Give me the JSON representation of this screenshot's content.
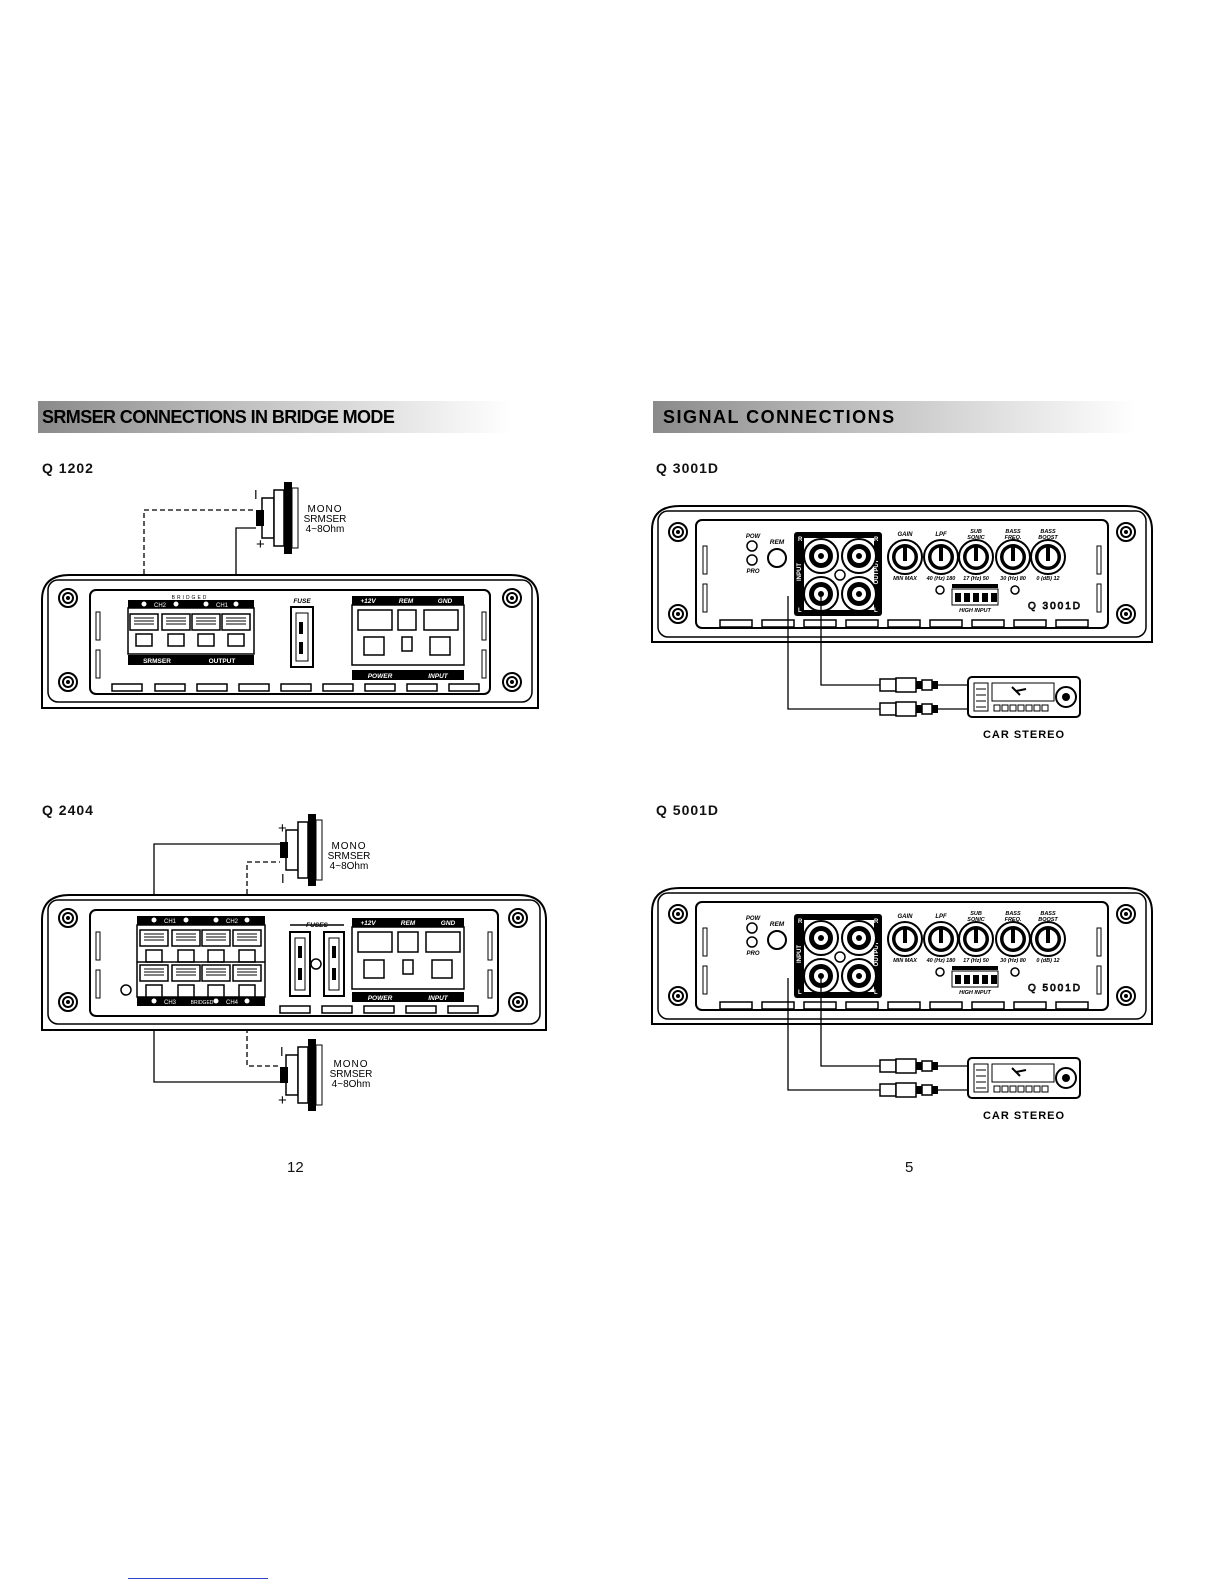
{
  "left_page": {
    "banner": "SRMSER CONNECTIONS IN BRIDGE MODE",
    "page_number": "12",
    "q1202": {
      "model": "Q 1202",
      "speaker": {
        "line1": "MONO",
        "line2": "SRMSER",
        "line3": "4~8Ohm",
        "minus": "I",
        "plus": "+"
      },
      "bridged": "BRIDGED",
      "ch2": "CH2",
      "ch1": "CH1",
      "fuse": "FUSE",
      "v12": "+12V",
      "rem": "REM",
      "gnd": "GND",
      "srmser": "SRMSER",
      "output": "OUTPUT",
      "power": "POWER",
      "input": "INPUT"
    },
    "q2404": {
      "model": "Q 2404",
      "speaker_top": {
        "line1": "MONO",
        "line2": "SRMSER",
        "line3": "4~8Ohm",
        "plus": "+",
        "minus": "I"
      },
      "speaker_bottom": {
        "line1": "MONO",
        "line2": "SRMSER",
        "line3": "4~8Ohm",
        "minus": "I",
        "plus": "+"
      },
      "ch1": "CH1",
      "ch2": "CH2",
      "ch3": "CH3",
      "ch4": "CH4",
      "bridged": "BRIDGED",
      "fuses": "FUSES",
      "v12": "+12V",
      "rem": "REM",
      "gnd": "GND",
      "power": "POWER",
      "input": "INPUT"
    }
  },
  "right_page": {
    "banner": "SIGNAL CONNECTIONS",
    "page_number": "5",
    "q3001d": {
      "model": "Q 3001D",
      "pow": "POW",
      "pro": "PRO",
      "rem": "REM",
      "r": "R",
      "l": "L",
      "input": "INPUT",
      "output": "OUTPUT",
      "gain": "GAIN",
      "lpf": "LPF",
      "sub1": "SUB",
      "sub2": "SONIC",
      "bass1": "BASS",
      "bass2": "FREQ.",
      "boost1": "BASS",
      "boost2": "BOOST",
      "s_gain": "MIN   MAX",
      "s_lpf": "40 (Hz) 180",
      "s_sub": "17 (Hz) 50",
      "s_bass": "30 (Hz) 80",
      "s_boost": "0 (dB) 12",
      "high_input": "HIGH INPUT",
      "brand": "Q 3001D",
      "car_stereo": "CAR STEREO"
    },
    "q5001d": {
      "model": "Q 5001D",
      "pow": "POW",
      "pro": "PRO",
      "rem": "REM",
      "r": "R",
      "l": "L",
      "input": "INPUT",
      "output": "OUTPUT",
      "gain": "GAIN",
      "lpf": "LPF",
      "sub1": "SUB",
      "sub2": "SONIC",
      "bass1": "BASS",
      "bass2": "FREQ.",
      "boost1": "BASS",
      "boost2": "BOOST",
      "s_gain": "MIN   MAX",
      "s_lpf": "40 (Hz) 180",
      "s_sub": "17 (Hz) 50",
      "s_bass": "30 (Hz) 80",
      "s_boost": "0 (dB) 12",
      "high_input": "HIGH INPUT",
      "brand": "Q 5001D",
      "car_stereo": "CAR STEREO"
    }
  }
}
